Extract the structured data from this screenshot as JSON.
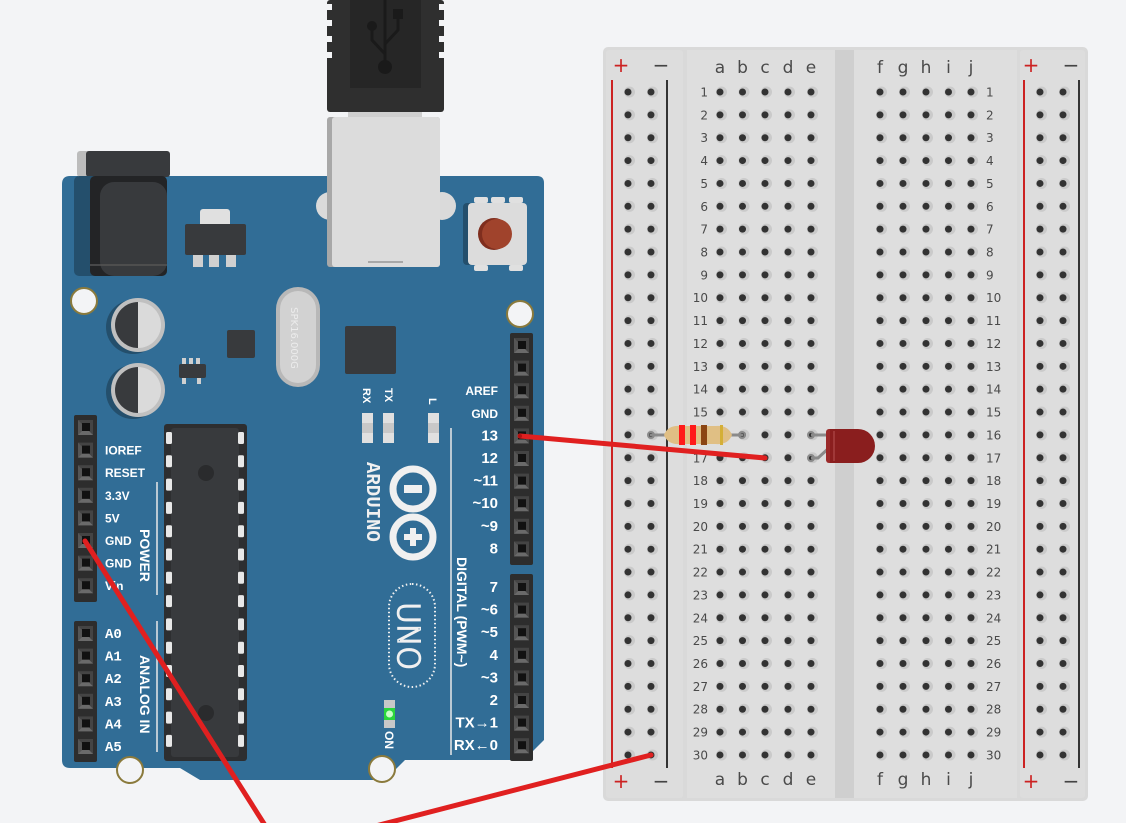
{
  "app": "Circuit simulator canvas",
  "arduino": {
    "brand": "ARDUINO",
    "model": "UNO",
    "crystal": "SPK16.000G",
    "led_labels": {
      "rx": "RX",
      "tx": "TX",
      "l": "L",
      "on": "ON"
    },
    "power_header": {
      "title": "POWER",
      "pins": [
        "",
        "IOREF",
        "RESET",
        "3.3V",
        "5V",
        "GND",
        "GND",
        "Vin"
      ]
    },
    "analog_header": {
      "title": "ANALOG IN",
      "pins": [
        "A0",
        "A1",
        "A2",
        "A3",
        "A4",
        "A5"
      ]
    },
    "digital_header_top": {
      "pins": [
        "",
        "",
        "AREF",
        "GND",
        "13",
        "12",
        "~11",
        "~10",
        "~9",
        "8"
      ]
    },
    "digital_header_bottom": {
      "title": "DIGITAL (PWM~)",
      "pins": [
        "7",
        "~6",
        "~5",
        "4",
        "~3",
        "2",
        "TX→1",
        "RX←0"
      ]
    },
    "colors": {
      "board": "#316d96",
      "header": "#2d2d2d",
      "on_led": "#3be04a",
      "reset": "#a0432c"
    }
  },
  "breadboard": {
    "rows": 30,
    "left_columns": [
      "a",
      "b",
      "c",
      "d",
      "e"
    ],
    "right_columns": [
      "f",
      "g",
      "h",
      "i",
      "j"
    ],
    "rail_plus": "+",
    "rail_minus": "−",
    "colors": {
      "plus": "#cc2222",
      "minus": "#333333",
      "body": "#dcdcdc"
    }
  },
  "components": {
    "resistor": {
      "from": "left-rail-minus row 16",
      "to": "b16",
      "bands": [
        "#ff1a1a",
        "#ff1a1a",
        "#8b4513",
        "#d4af37"
      ]
    },
    "led": {
      "color": "red",
      "anode": "e16",
      "cathode": "e17",
      "hex": "#8a1e1e"
    },
    "wires": [
      {
        "name": "pin13-to-c17",
        "from": "Arduino pin 13",
        "to": "c17",
        "color": "#e02020"
      },
      {
        "name": "gnd-wire",
        "from": "Arduino GND",
        "to": "off-canvas",
        "color": "#e02020"
      },
      {
        "name": "rail-wire",
        "from": "left-rail-minus row 30",
        "to": "off-canvas",
        "color": "#e02020"
      }
    ]
  }
}
